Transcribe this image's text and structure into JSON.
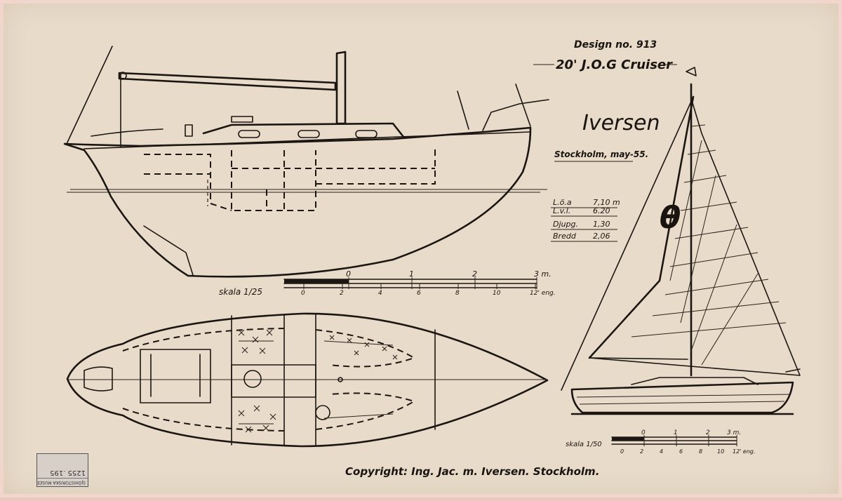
{
  "title_block": {
    "design_no": "Design no. 913",
    "title": "20' J.O.G Cruiser",
    "signature": "Iversen",
    "place_date": "Stockholm, may-55."
  },
  "dimensions": [
    {
      "label": "L.ö.a",
      "value": "7,10 m"
    },
    {
      "label": "L.v.l.",
      "value": "6.20"
    },
    {
      "label": "Djupg.",
      "value": "1,30"
    },
    {
      "label": "Bredd",
      "value": "2,06"
    }
  ],
  "sail_mark": "θ",
  "scale_large": {
    "label": "skala 1/25",
    "meters": [
      "0",
      "1",
      "2",
      "3 m."
    ],
    "feet": [
      "0",
      "2",
      "4",
      "6",
      "8",
      "10",
      "12' eng."
    ]
  },
  "scale_small": {
    "label": "skala 1/50",
    "meters": [
      "0",
      "1",
      "2",
      "3 m."
    ],
    "feet": [
      "0",
      "2",
      "4",
      "6",
      "8",
      "10",
      "12' eng."
    ]
  },
  "copyright": "Copyright: Ing. Jac. m. Iversen. Stockholm.",
  "stamp": {
    "line": "SJÖHISTORISKA MUSEET",
    "number": "1255 .195"
  }
}
